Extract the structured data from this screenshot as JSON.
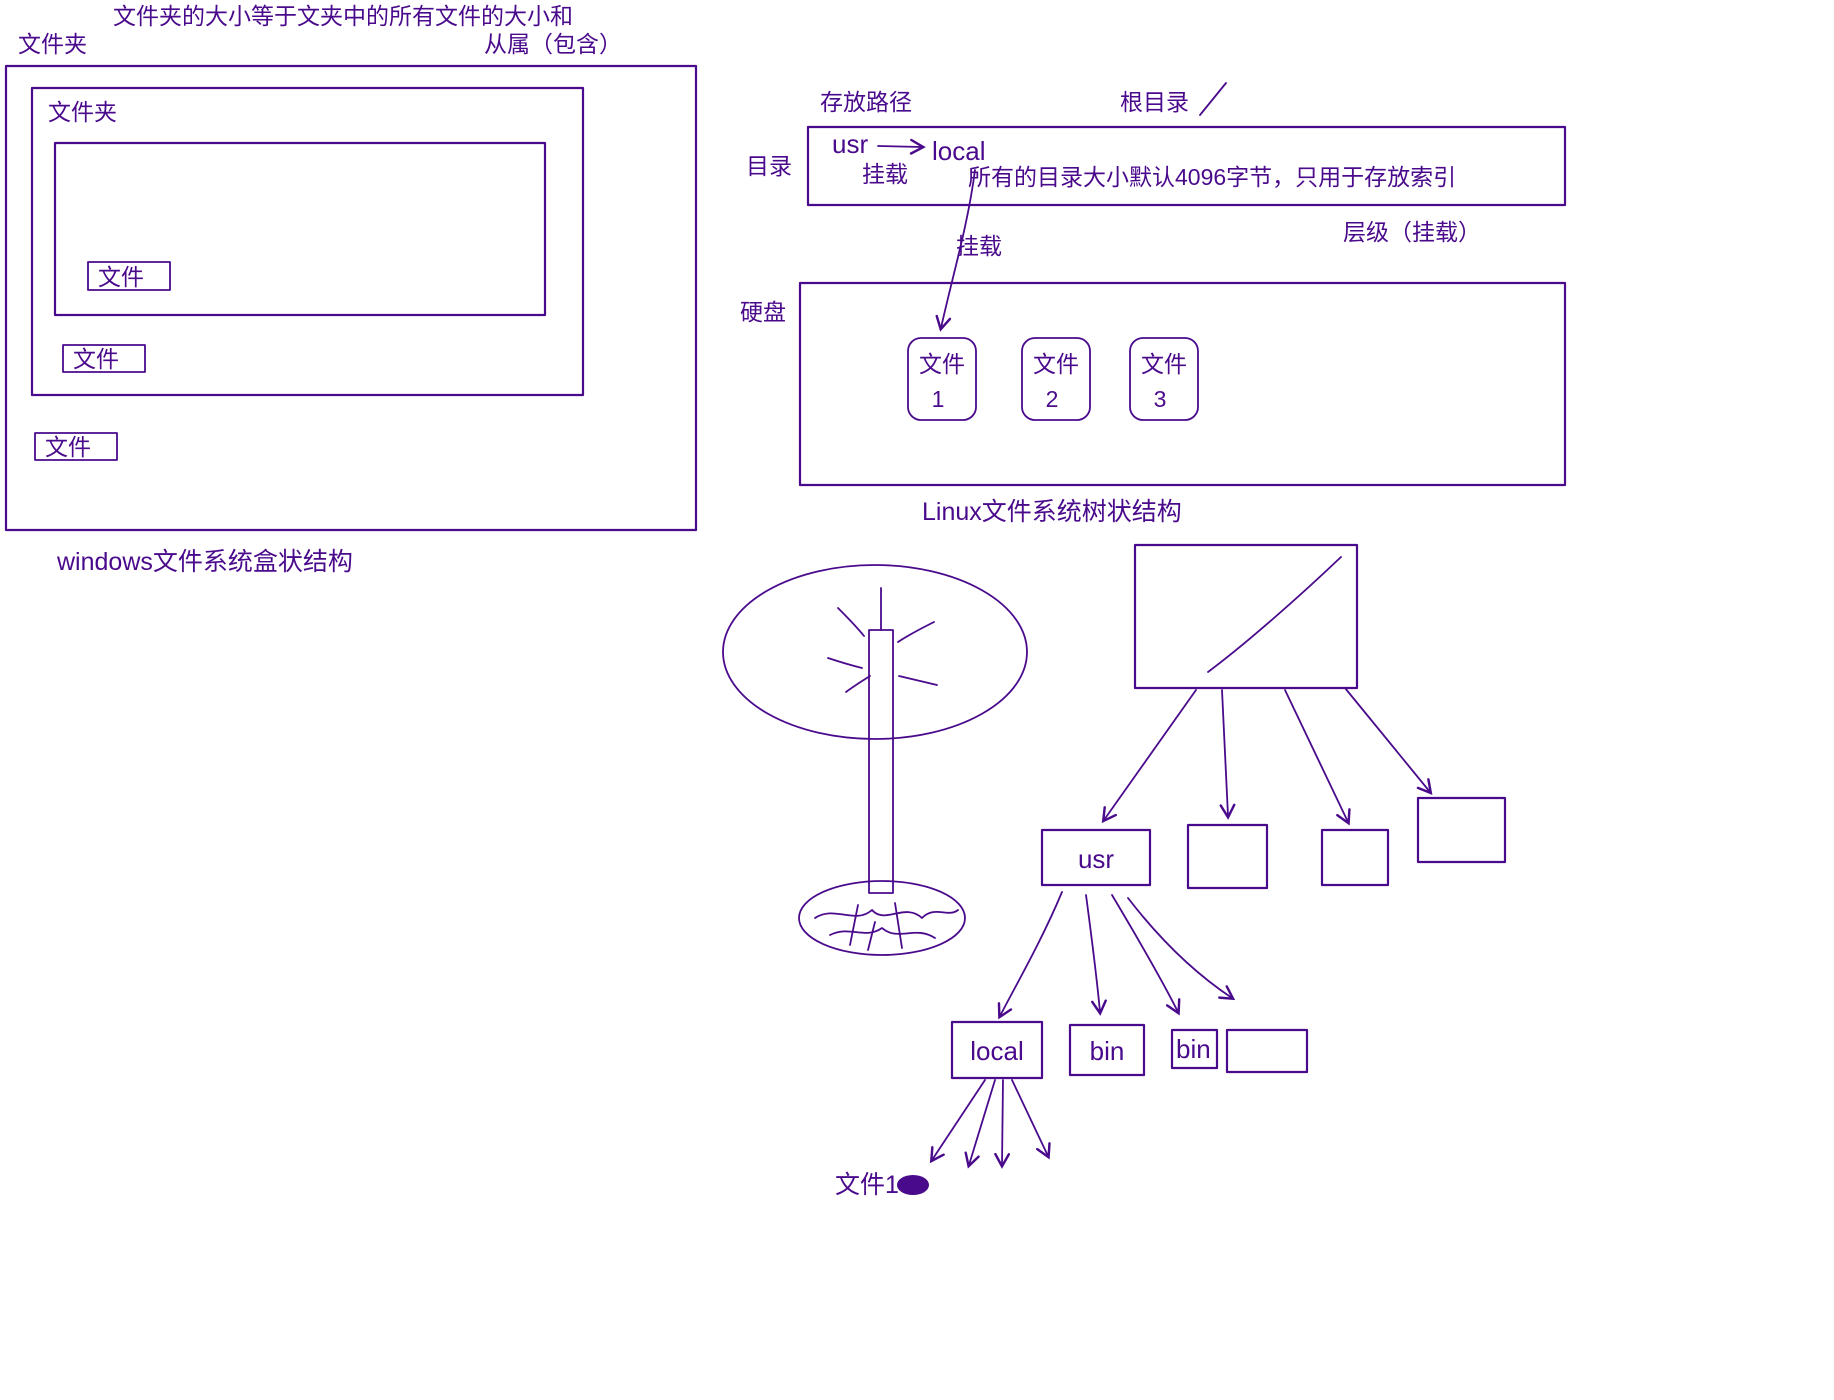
{
  "colors": {
    "ink": "#4a0a8c"
  },
  "windows_diagram": {
    "note_top": "文件夹的大小等于文夹中的所有文件的大小和",
    "outer_folder_label": "文件夹",
    "belong_note": "从属（包含）",
    "inner_folder_label": "文件夹",
    "file_1": "文件",
    "file_2": "文件",
    "file_3": "文件",
    "caption": "windows文件系统盒状结构"
  },
  "linux_diagram": {
    "path_label": "存放路径",
    "root_label": "根目录",
    "dir_label": "目录",
    "usr_label": "usr",
    "local_label": "local",
    "mount_label_1": "挂载",
    "size_note": "所有的目录大小默认4096字节，只用于存放索引",
    "mount_label_2": "挂载",
    "level_note": "层级（挂载）",
    "disk_label": "硬盘",
    "files": [
      {
        "name": "文件",
        "num": "1"
      },
      {
        "name": "文件",
        "num": "2"
      },
      {
        "name": "文件",
        "num": "3"
      }
    ],
    "caption": "Linux文件系统树状结构"
  },
  "tree_diagram": {
    "usr_label": "usr",
    "local_label": "local",
    "bin_label_1": "bin",
    "bin_label_2": "bin",
    "file1_label": "文件1"
  }
}
